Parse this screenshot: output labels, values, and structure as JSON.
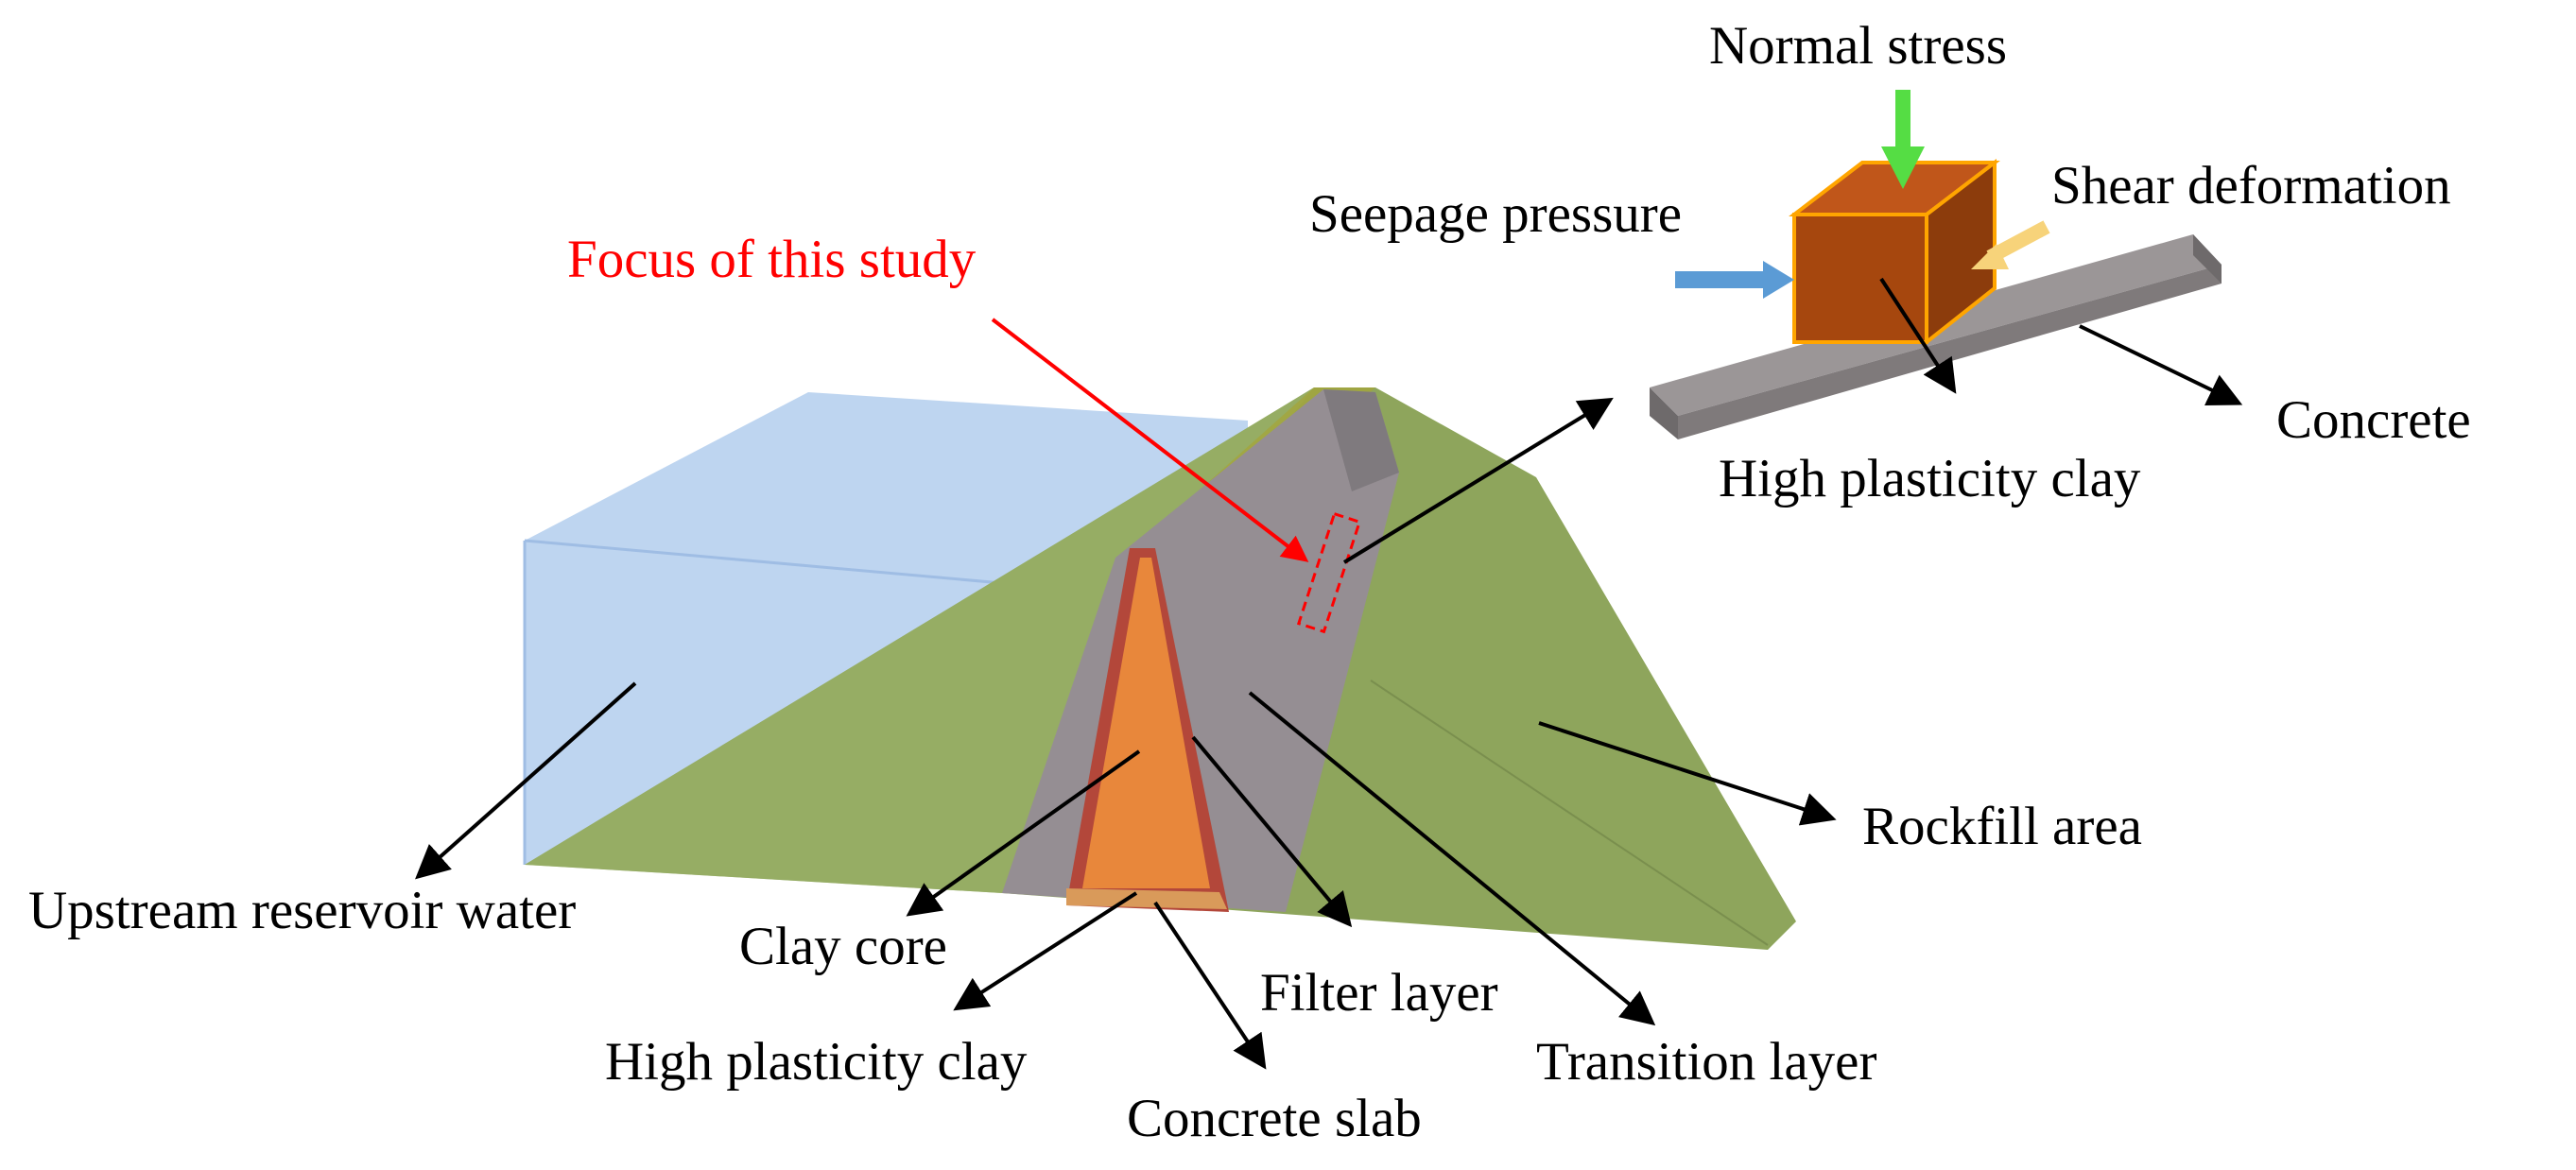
{
  "labels": {
    "focus": "Focus of this study",
    "normal_stress": "Normal stress",
    "seepage_pressure": "Seepage pressure",
    "shear_deformation": "Shear deformation",
    "concrete": "Concrete",
    "high_plasticity_clay_top": "High plasticity clay",
    "upstream_water": "Upstream reservoir water",
    "clay_core": "Clay core",
    "high_plasticity_clay_bottom": "High plasticity clay",
    "concrete_slab": "Concrete slab",
    "filter_layer": "Filter layer",
    "transition_layer": "Transition layer",
    "rockfill_area": "Rockfill area"
  },
  "colors": {
    "water": "#b7d0ee",
    "rockfill": "#8ea55c",
    "transition": "#958e93",
    "filter": "#b3473a",
    "core": "#e8873b",
    "specimen": "#a6470e",
    "specimen_edge": "#ffa500",
    "concrete_block": "#8a8586",
    "focus": "#ff0000",
    "normal_arrow": "#55dd44",
    "seepage_arrow": "#5b9bd5",
    "shear_arrow": "#f7d37a"
  },
  "icons": {
    "leader_arrow": "black-arrow-icon",
    "load_arrow": "colored-block-arrow-icon"
  }
}
